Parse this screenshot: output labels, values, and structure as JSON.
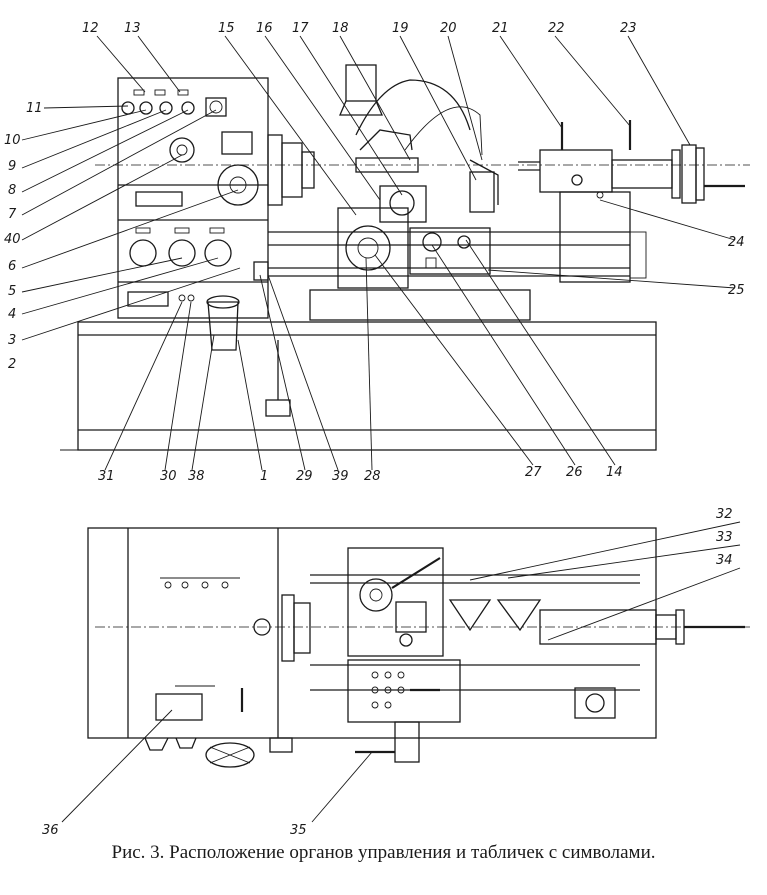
{
  "caption": "Рис. 3. Расположение органов управления и табличек с символами.",
  "labels": {
    "n1": "1",
    "n2": "2",
    "n3": "3",
    "n4": "4",
    "n5": "5",
    "n6": "6",
    "n7": "7",
    "n8": "8",
    "n9": "9",
    "n10": "10",
    "n11": "11",
    "n12": "12",
    "n13": "13",
    "n14": "14",
    "n15": "15",
    "n16": "16",
    "n17": "17",
    "n18": "18",
    "n19": "19",
    "n20": "20",
    "n21": "21",
    "n22": "22",
    "n23": "23",
    "n24": "24",
    "n25": "25",
    "n26": "26",
    "n27": "27",
    "n28": "28",
    "n29": "29",
    "n30": "30",
    "n31": "31",
    "n32": "32",
    "n33": "33",
    "n34": "34",
    "n35": "35",
    "n36": "36",
    "n38": "38",
    "n39": "39",
    "n40": "40"
  }
}
